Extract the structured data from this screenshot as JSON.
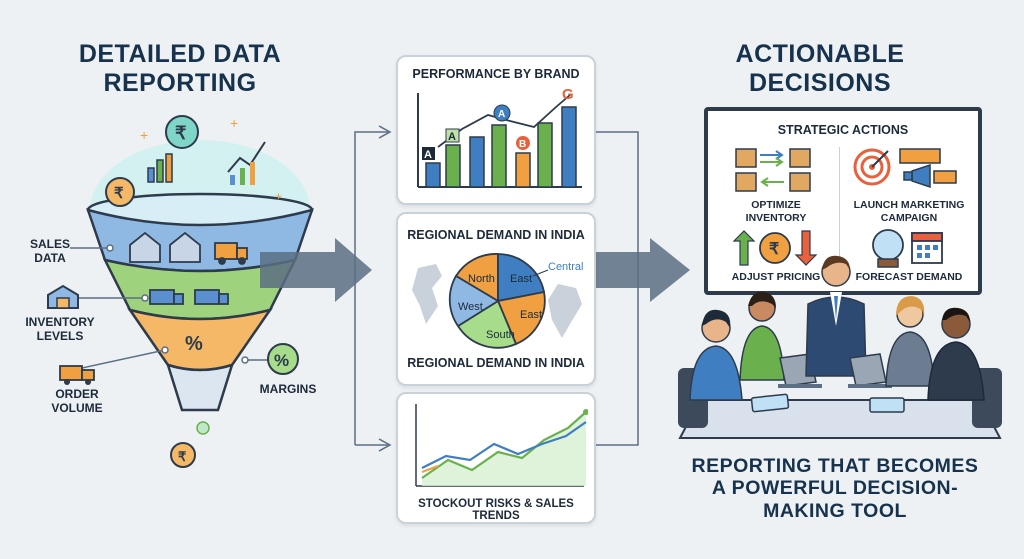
{
  "left": {
    "title_line1": "DETAILED DATA",
    "title_line2": "REPORTING",
    "labels": {
      "sales_line1": "SALES",
      "sales_line2": "DATA",
      "inventory_line1": "INVENTORY",
      "inventory_line2": "LEVELS",
      "order_line1": "ORDER",
      "order_line2": "VOLUME",
      "margins": "MARGINS"
    },
    "symbols": {
      "rupee": "₹",
      "percent": "%"
    }
  },
  "middle": {
    "brand_card": {
      "title": "PERFORMANCE BY BRAND",
      "badges": [
        "A",
        "A",
        "A",
        "B",
        "G"
      ]
    },
    "region_card": {
      "title": "REGIONAL DEMAND IN INDIA",
      "caption": "REGIONAL DEMAND IN INDIA",
      "slices": [
        "North",
        "East",
        "West",
        "East",
        "South"
      ],
      "callout": "Central"
    },
    "trend_card": {
      "title": "STOCKOUT RISKS & SALES TRENDS"
    }
  },
  "right": {
    "title_line1": "ACTIONABLE",
    "title_line2": "DECISIONS",
    "board": {
      "title": "STRATEGIC ACTIONS",
      "optimize_line1": "OPTIMIZE",
      "optimize_line2": "INVENTORY",
      "launch_line1": "LAUNCH MARKETING",
      "launch_line2": "CAMPAIGN",
      "pricing": "ADJUST PRICING",
      "forecast": "FORECAST DEMAND"
    },
    "tagline_line1": "REPORTING THAT BECOMES",
    "tagline_line2": "A POWERFUL DECISION-",
    "tagline_line3": "MAKING TOOL"
  },
  "colors": {
    "navy": "#17324d",
    "blue": "#3f7fc1",
    "green": "#6ab04c",
    "orange": "#f0a040",
    "teal": "#3bb8b0",
    "arrow": "#5b6e83"
  }
}
